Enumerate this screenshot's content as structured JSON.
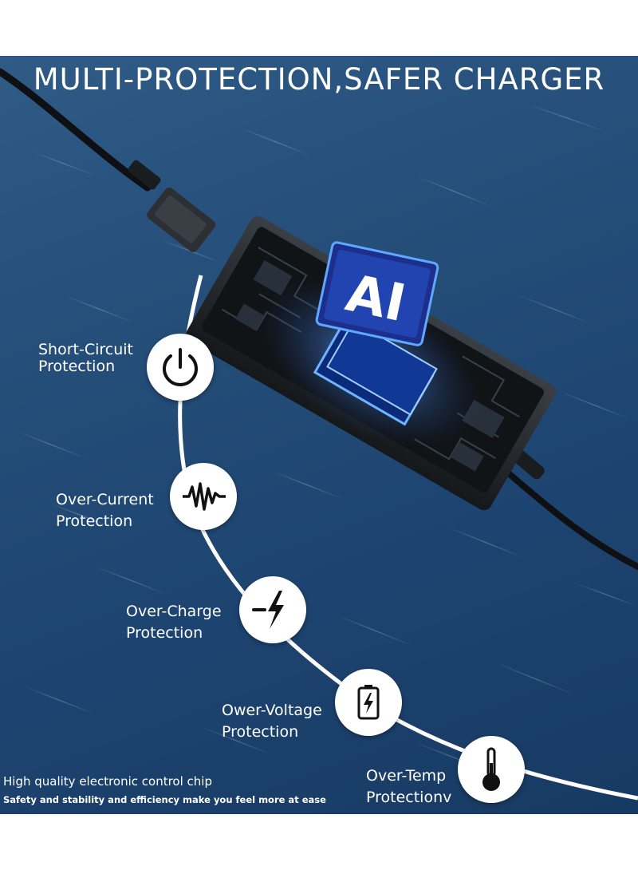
{
  "headline": "MULTI-PROTECTION,SAFER CHARGER",
  "chip_label": "AI",
  "features": [
    {
      "line1": "Short-Circuit",
      "line2": "Protection",
      "icon": "power-icon"
    },
    {
      "line1": "Over-Current",
      "line2": "Protection",
      "icon": "current-wave-icon"
    },
    {
      "line1": "Over-Charge",
      "line2": "Protection",
      "icon": "lightning-icon"
    },
    {
      "line1": "Ower-Voltage",
      "line2": "Protection",
      "icon": "battery-bolt-icon"
    },
    {
      "line1": "Over-Temp",
      "line2": "Protectionv",
      "icon": "thermometer-icon"
    }
  ],
  "footer": {
    "line1": "High quality electronic control chip",
    "line2": "Safety and stability and efficiency make you feel more at ease"
  },
  "colors": {
    "background": "#214a74",
    "accent_glow": "#3d8bff",
    "text": "#ffffff",
    "adapter": "#1e2226"
  }
}
